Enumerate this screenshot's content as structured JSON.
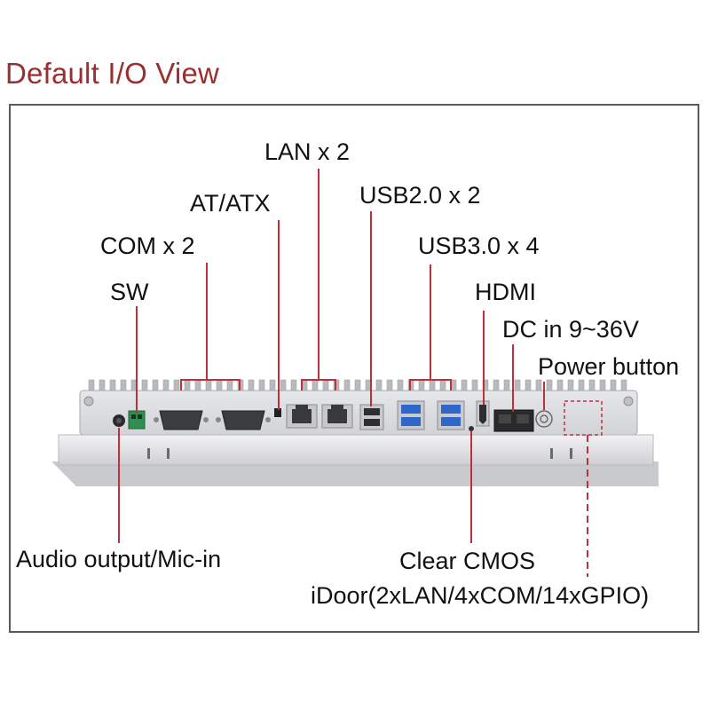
{
  "title": "Default I/O View",
  "colors": {
    "title": "#9b2f2f",
    "leader": "#c0303a",
    "border": "#5a5a5a",
    "device": "#dcdde0"
  },
  "labels": {
    "lan": "LAN x 2",
    "usb2": "USB2.0 x 2",
    "atatx": "AT/ATX",
    "usb3": "USB3.0 x 4",
    "com": "COM x 2",
    "hdmi": "HDMI",
    "sw": "SW",
    "dcin": "DC in 9~36V",
    "power": "Power button",
    "audio": "Audio output/Mic-in",
    "cmos": "Clear CMOS",
    "idoor": "iDoor(2xLAN/4xCOM/14xGPIO)"
  }
}
